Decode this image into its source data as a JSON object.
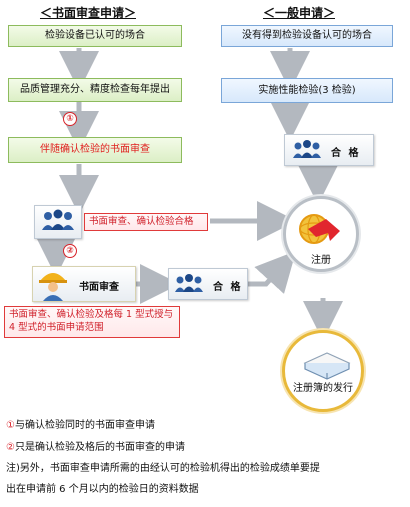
{
  "headers": {
    "left": "＜书面审查申请＞",
    "right": "＜一般申请＞"
  },
  "left_flow": {
    "box1": "检验设备已认可的场合",
    "box2": "品质管理充分、精度检查每年提出",
    "badge1": "①",
    "box3": "伴随确认检验的书面审查",
    "review_pass_label": "书面审查、确认检验合格",
    "badge2": "②",
    "doc_review_label": "书面审查",
    "pass_label": "合 格",
    "red_note": "书面审查、确认检验及格每 1 型式授与 4 型式的书面申请范围"
  },
  "right_flow": {
    "box1": "没有得到检验设备认可的场合",
    "box2": "实施性能检验(3 检验)",
    "pass_label": "合 格",
    "register_label": "注册",
    "publish_label": "注册簿的发行"
  },
  "notes": {
    "note1_num": "①",
    "note1_text": "与确认检验同时的书面审查申请",
    "note2_num": "②",
    "note2_text": "只是确认检验及格后的书面审查的申请",
    "note3_line1": "注)另外，书面审查申请所需的由经认可的检验机得出的检验成绩单要提",
    "note3_line2": "出在申请前 6 个月以内的检验日的资料数据"
  },
  "colors": {
    "arrow": "#b3b8bf",
    "green_border": "#8dbb5d",
    "blue_border": "#7aa6d8",
    "red_accent": "#d8232a"
  }
}
